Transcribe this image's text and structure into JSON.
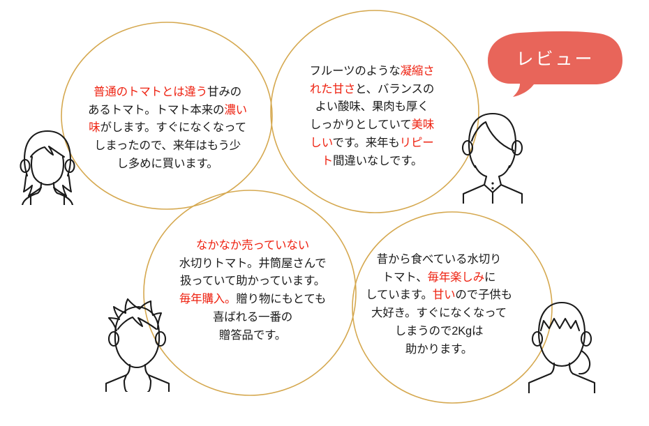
{
  "page": {
    "title": "レビュー",
    "background_color": "#ffffff",
    "circle_stroke_color": "#d5a84f",
    "highlight_color": "#ee2211",
    "body_text_color": "#1a1a1a",
    "callout_color": "#e8655a",
    "callout_text_color": "#ffffff"
  },
  "callout": {
    "label": "レビュー",
    "icon": "speech-bubble-tail"
  },
  "reviews": [
    {
      "id": "review-1",
      "avatar": "woman-long-hair-icon",
      "segments": [
        {
          "text": "普通のトマトとは違う",
          "highlight": true
        },
        {
          "text": "甘みの\nあるトマト。トマト本来の",
          "highlight": false
        },
        {
          "text": "濃い\n味",
          "highlight": true
        },
        {
          "text": "がします。すぐになくなって\nしまったので、来年はもう少\nし多めに買います。",
          "highlight": false
        }
      ],
      "plain_text": "普通のトマトとは違う甘みのあるトマト。トマト本来の濃い味がします。すぐになくなってしまったので、来年はもう少し多めに買います。"
    },
    {
      "id": "review-2",
      "avatar": "man-collared-shirt-icon",
      "segments": [
        {
          "text": "フルーツのような",
          "highlight": false
        },
        {
          "text": "凝縮さ\nれた甘さ",
          "highlight": true
        },
        {
          "text": "と、バランスの\nよい酸味、果肉も厚く\nしっかりとしていて",
          "highlight": false
        },
        {
          "text": "美味\nしい",
          "highlight": true
        },
        {
          "text": "です。来年も",
          "highlight": false
        },
        {
          "text": "リピー\nト",
          "highlight": true
        },
        {
          "text": "間違いなしです。",
          "highlight": false
        }
      ],
      "plain_text": "フルーツのような凝縮された甘さと、バランスのよい酸味、果肉も厚くしっかりとしていて美味しいです。来年もリピート間違いなしです。"
    },
    {
      "id": "review-3",
      "avatar": "man-spiky-hair-icon",
      "segments": [
        {
          "text": "なかなか売っていない",
          "highlight": true
        },
        {
          "text": "\n水切りトマト。井筒屋さんで\n扱っていて助かっています。\n",
          "highlight": false
        },
        {
          "text": "毎年購入。",
          "highlight": true
        },
        {
          "text": "贈り物にもとても\n喜ばれる一番の\n贈答品です。",
          "highlight": false
        }
      ],
      "plain_text": "なかなか売っていない水切りトマト。井筒屋さんで扱っていて助かっています。毎年購入。贈り物にもとても喜ばれる一番の贈答品です。"
    },
    {
      "id": "review-4",
      "avatar": "person-ponytail-icon",
      "segments": [
        {
          "text": "昔から食べている水切り\nトマト、",
          "highlight": false
        },
        {
          "text": "毎年楽しみ",
          "highlight": true
        },
        {
          "text": "に\nしています。",
          "highlight": false
        },
        {
          "text": "甘い",
          "highlight": true
        },
        {
          "text": "ので子供も\n大好き。すぐになくなって\nしまうので2Kgは\n助かります。",
          "highlight": false
        }
      ],
      "plain_text": "昔から食べている水切りトマト、毎年楽しみにしています。甘いので子供も大好き。すぐになくなってしまうので2Kgは助かります。"
    }
  ]
}
